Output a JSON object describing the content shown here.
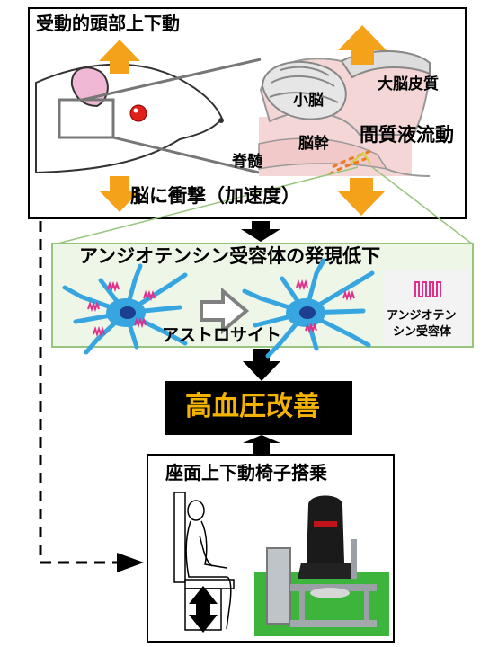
{
  "top": {
    "title": "受動的頭部上下動",
    "cerebellum": "小脳",
    "cerebral_cortex": "大脳皮質",
    "brainstem": "脳幹",
    "spinal_cord": "脊髄",
    "interstitial_flow": "間質液流動",
    "impact": "脳に衝撃（加速度）"
  },
  "middle": {
    "title": "アンジオテンシン受容体の発現低下",
    "astrocyte": "アストロサイト",
    "legend_line1": "アンジオテン",
    "legend_line2": "シン受容体"
  },
  "result": {
    "label": "高血圧改善"
  },
  "bottom": {
    "title": "座面上下動椅子搭乗"
  },
  "colors": {
    "arrow_orange": "#f5a21b",
    "receptor_pink": "#e0318a",
    "astrocyte_blue": "#37a6e0",
    "panel_green_border": "#97c57d",
    "panel_green_fill": "#eef6e8",
    "brain_pink": "#f5d6d6",
    "result_box": "#000000",
    "result_text": "#f5b300"
  }
}
